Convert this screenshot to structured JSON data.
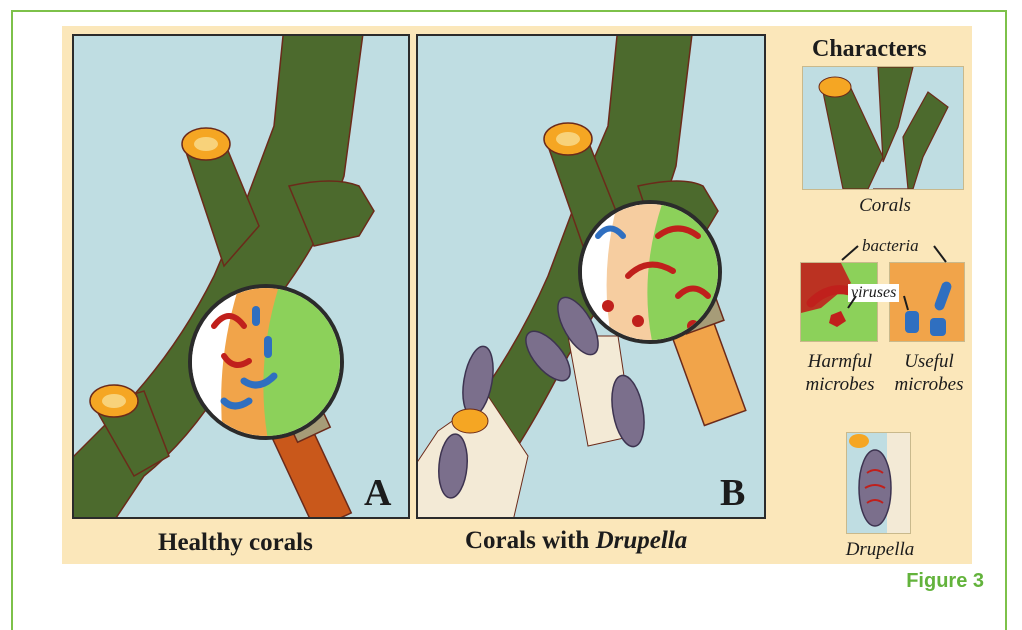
{
  "panels": {
    "a": {
      "letter": "A",
      "caption": "Healthy corals"
    },
    "b": {
      "letter": "B",
      "caption_prefix": "Corals with ",
      "caption_italic": "Drupella"
    }
  },
  "characters": {
    "title": "Characters",
    "corals": "Corals",
    "bacteria": "bacteria",
    "viruses": "viruses",
    "harmful_line1": "Harmful",
    "harmful_line2": "microbes",
    "useful_line1": "Useful",
    "useful_line2": "microbes",
    "drupella": "Drupella"
  },
  "figure_label": "Figure 3",
  "colors": {
    "frame": "#7dc14a",
    "background": "#fbe7ba",
    "water": "#bfdde2",
    "coral": "#4c6a2d",
    "polyp": "#f5a623",
    "harmful": "#c0201c",
    "useful": "#2f6fc0"
  }
}
